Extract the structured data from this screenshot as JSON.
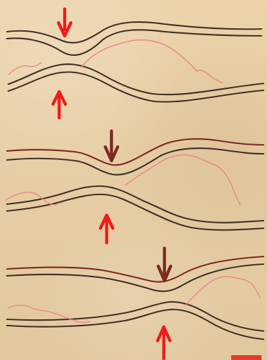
{
  "diagram": {
    "colors": {
      "background": "#e7cfa6",
      "dark_line": "#3f2d25",
      "red_line": "#7b2520",
      "dotted_red": "#ea8a88",
      "bright_red": "#ef1f1f",
      "brown_arrow": "#7d2a22",
      "corner_mark": "#e53a2a"
    },
    "panels": [
      {
        "name": "top"
      },
      {
        "name": "middle"
      },
      {
        "name": "bottom"
      }
    ]
  }
}
